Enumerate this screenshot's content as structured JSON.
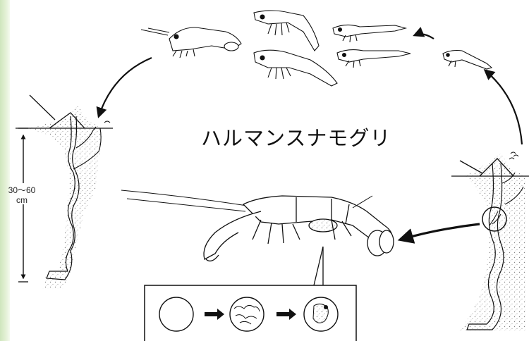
{
  "title": "ハルマンスナモグリ",
  "depth": {
    "value": "30〜60",
    "unit": "cm"
  },
  "colors": {
    "ink": "#111111",
    "sand": "#9a9a9a",
    "sidebar": "#dcebcc",
    "background": "#ffffff"
  }
}
